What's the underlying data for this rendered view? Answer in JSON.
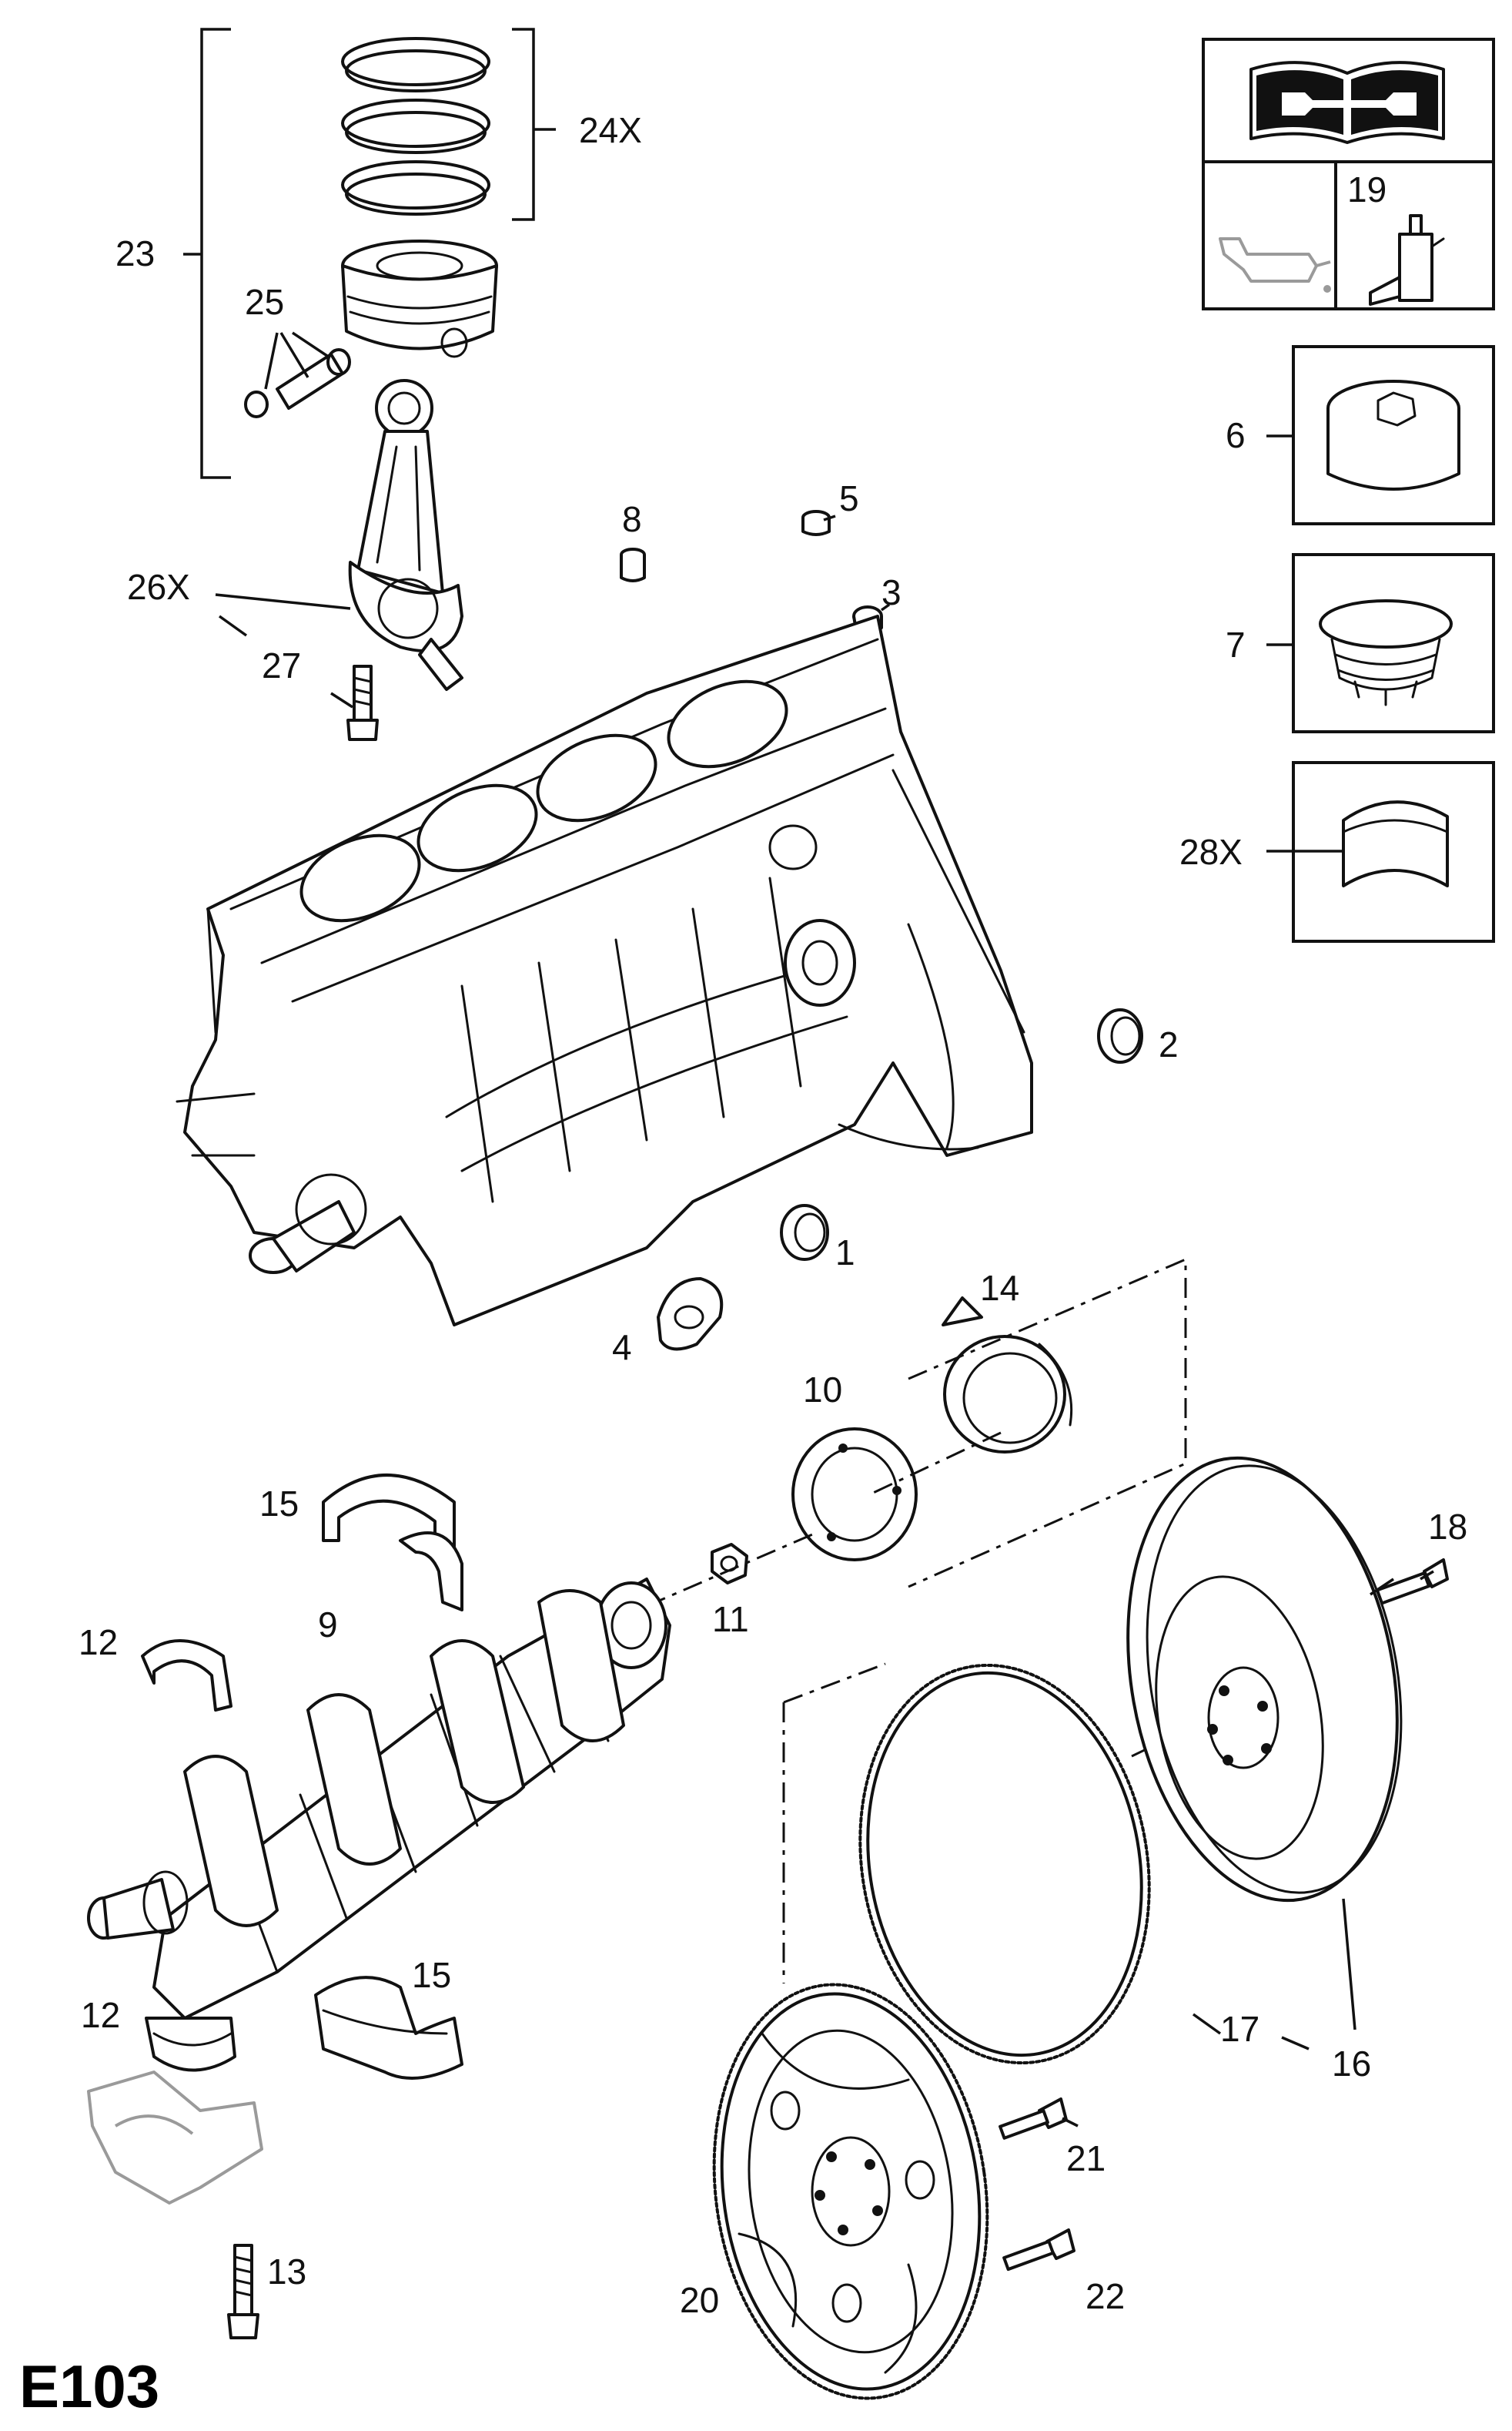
{
  "page": {
    "code": "E103"
  },
  "callouts": {
    "c1": "1",
    "c2": "2",
    "c3": "3",
    "c4": "4",
    "c5": "5",
    "c6": "6",
    "c7": "7",
    "c8": "8",
    "c9": "9",
    "c10": "10",
    "c11": "11",
    "c12a": "12",
    "c12b": "12",
    "c13": "13",
    "c14": "14",
    "c15a": "15",
    "c15b": "15",
    "c16": "16",
    "c17": "17",
    "c18": "18",
    "c19": "19",
    "c20": "20",
    "c21": "21",
    "c22": "22",
    "c23": "23",
    "c24x": "24X",
    "c25": "25",
    "c26x": "26X",
    "c27": "27",
    "c28x": "28X"
  },
  "icons": {
    "manual": "open-book-wrench-icon",
    "oil": "oil-can-icon",
    "sealant": "sealant-bottle-icon"
  }
}
